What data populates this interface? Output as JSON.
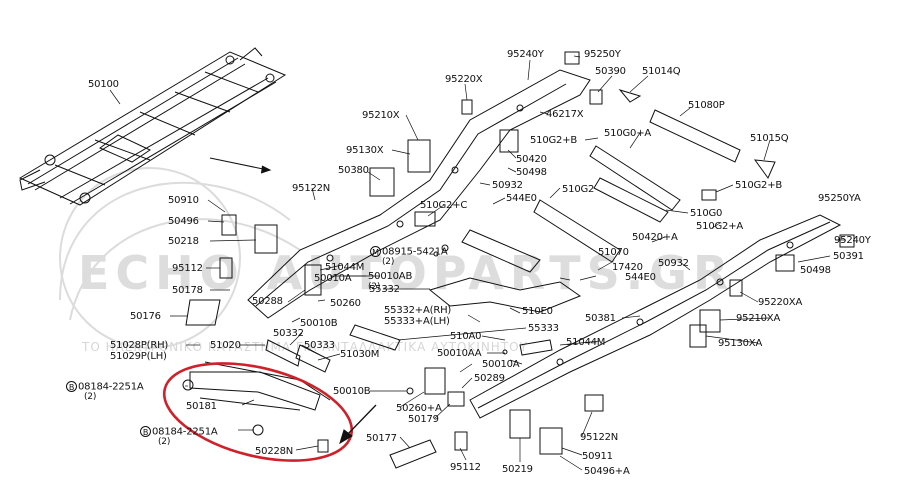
{
  "watermark": {
    "brand": "ECHO AUTOPARTS.GR",
    "tagline": "ΤΟ ΗΛΕΚΤΡΟΝΙΚΟ ΚΑΤΑΣΤΗΜΑ ΓΙΑ ΑΝΤΑΛΛΑΚΤΙΚΑ ΑΥΤΟΚΙΝΗΤΟΥ"
  },
  "colors": {
    "highlight": "#d0202a",
    "line": "#111111",
    "watermark": "#d8d8d8"
  },
  "bolt_symbol": "B",
  "labels": {
    "p50100": "50100",
    "p95240Y": "95240Y",
    "p95250Y": "95250Y",
    "p50390": "50390",
    "p51014Q": "51014Q",
    "p95220X": "95220X",
    "p46217X": "46217X",
    "p51080P": "51080P",
    "p95210X": "95210X",
    "p510G2B_1": "510G2+B",
    "p510G0A": "510G0+A",
    "p51015Q": "51015Q",
    "p95130X": "95130X",
    "p50420": "50420",
    "p50498_1": "50498",
    "p50380": "50380",
    "p50932_1": "50932",
    "p510G2": "510G2",
    "p95122N_1": "95122N",
    "p544E0_1": "544E0",
    "p510G2B_2": "510G2+B",
    "p50910": "50910",
    "p510G2C": "510G2+C",
    "p510G0": "510G0",
    "p95250YA": "95250YA",
    "p50496": "50496",
    "p510G2A": "510G2+A",
    "p50218": "50218",
    "p08915": "08915-5421A",
    "p08915_qty": "(2)",
    "p50420A": "50420+A",
    "p95240Y_2": "95240Y",
    "p95112_1": "95112",
    "p51044M_1": "51044M",
    "p50010A_1": "50010A",
    "p51070": "51070",
    "p50391": "50391",
    "p50010AB": "50010AB",
    "p50010AB_qty": "(2)",
    "p17420": "17420",
    "p50932_2": "50932",
    "p50498_2": "50498",
    "p50178": "50178",
    "p55332": "55332",
    "p544E0_2": "544E0",
    "p50288": "50288",
    "p50260": "50260",
    "p95220XA": "95220XA",
    "p55332A": "55332+A(RH)",
    "p55333A": "55333+A(LH)",
    "p50176": "50176",
    "p510E0": "510E0",
    "p50381": "50381",
    "p95210XA": "95210XA",
    "p50010B_1": "50010B",
    "p55333": "55333",
    "p510A0": "510A0",
    "p50332": "50332",
    "p51028P": "51028P(RH)",
    "p51029P": "51029P(LH)",
    "p51020": "51020",
    "p50333": "50333",
    "p51044M_2": "51044M",
    "p95130XA": "95130XA",
    "p51030M": "51030M",
    "p50010AA": "50010AA",
    "p50010A_2": "50010A",
    "p50289": "50289",
    "p08184_1": "08184-2251A",
    "p08184_1_qty": "(2)",
    "p50010B_2": "50010B",
    "p50181": "50181",
    "p50260A": "50260+A",
    "p50179": "50179",
    "p08184_2": "08184-2251A",
    "p08184_2_qty": "(2)",
    "p95122N_2": "95122N",
    "p50177": "50177",
    "p50228N": "50228N",
    "p50911": "50911",
    "p95112_2": "95112",
    "p50219": "50219",
    "p50496A": "50496+A"
  }
}
